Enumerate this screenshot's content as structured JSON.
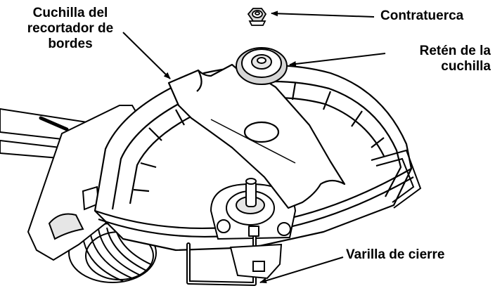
{
  "colors": {
    "ink": "#000000",
    "paper": "#ffffff",
    "shade": "#d6d6d6"
  },
  "labels": {
    "blade": [
      "Cuchilla del",
      "recortador de",
      "bordes"
    ],
    "locknut": "Contratuerca",
    "retainer": [
      "Retén de la",
      "cuchilla"
    ],
    "lock_rod": "Varilla de cierre"
  }
}
